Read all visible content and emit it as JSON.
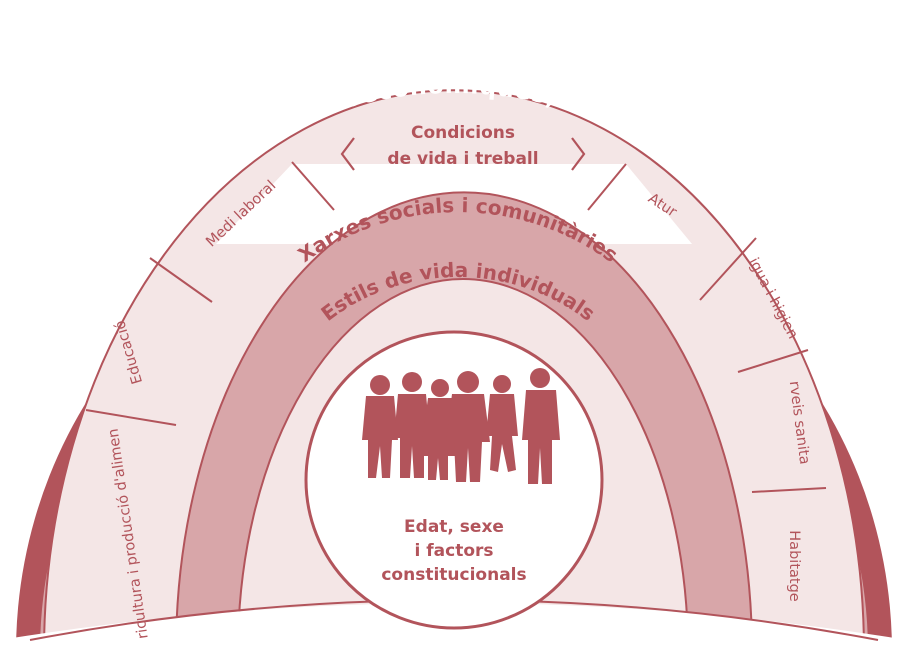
{
  "colors": {
    "primary": "#b2545b",
    "band": "#d6a3a6",
    "light": "#f4e6e6",
    "white": "#ffffff"
  },
  "outer_ring": {
    "title": "Condicions polítiques, socioeconòmiques, culturals i mediambientals"
  },
  "middle_ring": {
    "top_label_line1": "Condicions",
    "top_label_line2": "de vida i treball",
    "segments_left": [
      "Agricultura i producció d'aliments",
      "Educació",
      "Medi laboral"
    ],
    "segments_right": [
      "Atur",
      "Aigua i higiene",
      "Serveis sanitaris",
      "Habitatge"
    ]
  },
  "social_ring": {
    "title": "Xarxes socials i comunitàries"
  },
  "lifestyle_ring": {
    "title": "Estils de vida individuals"
  },
  "center": {
    "line1": "Edat, sexe",
    "line2": "i factors",
    "line3": "constitucionals",
    "icon": "people-silhouette-icon"
  }
}
